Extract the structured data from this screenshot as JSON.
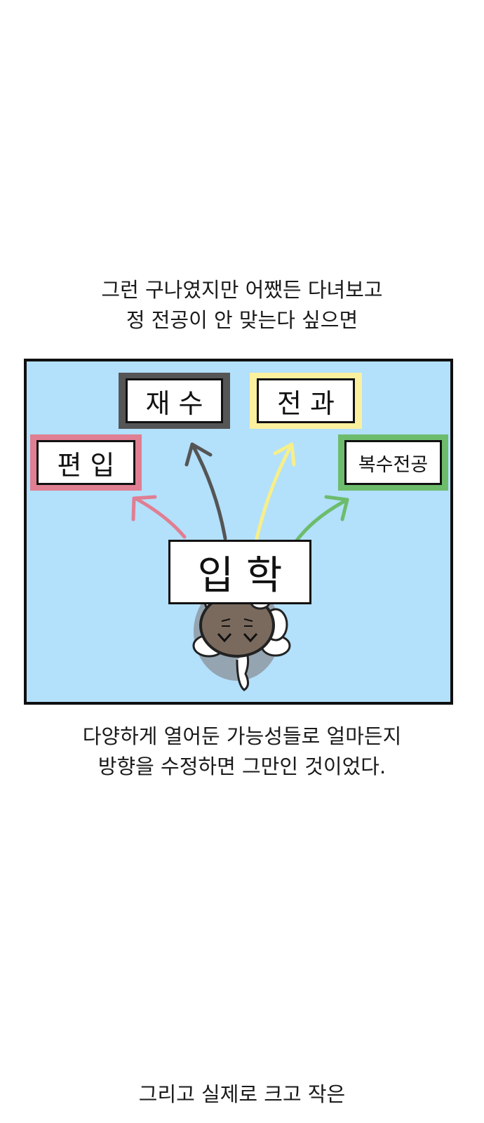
{
  "captions": {
    "top": [
      "그런 구나였지만 어쨌든 다녀보고",
      "정 전공이 안 맞는다 싶으면"
    ],
    "middle": [
      "다양하게 열어둔 가능성들로 얼마든지",
      "방향을 수정하면 그만인 것이었다."
    ],
    "bottom": "그리고 실제로 크고 작은"
  },
  "panel": {
    "background": "#b3e0fb",
    "center_label": "입 학",
    "options": [
      {
        "label": "재 수",
        "frame_color": "#555555",
        "arrow_color": "#555555"
      },
      {
        "label": "전 과",
        "frame_color": "#fbf09e",
        "arrow_color": "#f6ef8a"
      },
      {
        "label": "편 입",
        "frame_color": "#e07e92",
        "arrow_color": "#e07e92"
      },
      {
        "label": "복수전공",
        "frame_color": "#6cbc6c",
        "arrow_color": "#6cbc6c"
      }
    ]
  }
}
